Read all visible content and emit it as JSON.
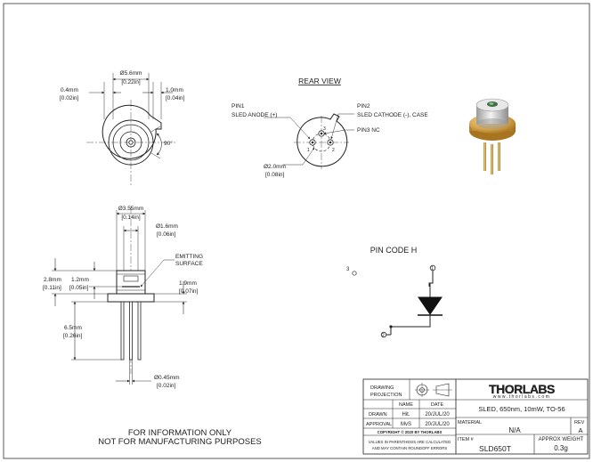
{
  "front_view": {
    "dim_body_dia": "Ø5.6mm",
    "dim_body_dia_in": "[0.22in]",
    "dim_left_flange": "0.4mm",
    "dim_left_flange_in": "[0.02in]",
    "dim_right_tab": "1.0mm",
    "dim_right_tab_in": "[0.04in]",
    "angle": "90°"
  },
  "rear_view": {
    "title": "REAR VIEW",
    "pin1_label": "PIN1",
    "pin1_desc": "SLED ANODE (+)",
    "pin2_label": "PIN2",
    "pin2_desc": "SLED CATHODE (-), CASE",
    "pin3_label": "PIN3 NC",
    "dim_pin_circle": "Ø2.0mm",
    "dim_pin_circle_in": "[0.08in]",
    "pin_num_1": "1",
    "pin_num_2": "2",
    "pin_num_3": "3"
  },
  "side_view": {
    "dim_window": "Ø3.55mm",
    "dim_window_in": "[0.14in]",
    "dim_cap": "Ø1.6mm",
    "dim_cap_in": "[0.06in]",
    "emitting_surface_1": "EMITTING",
    "emitting_surface_2": "SURFACE",
    "dim_height": "2.8mm",
    "dim_height_in": "[0.11in]",
    "dim_emit": "1.2mm",
    "dim_emit_in": "[0.05in]",
    "dim_flange": "1.9mm",
    "dim_flange_in": "[0.07in]",
    "dim_pin_len": "6.5mm",
    "dim_pin_len_in": "[0.26in]",
    "dim_pin_dia": "Ø0.45mm",
    "dim_pin_dia_in": "[0.02in]"
  },
  "pin_code": {
    "title": "PIN CODE H",
    "pin1": "1",
    "pin2": "2",
    "pin3": "3"
  },
  "disclaimer": {
    "line1": "FOR INFORMATION ONLY",
    "line2": "NOT FOR MANUFACTURING PURPOSES"
  },
  "title_block": {
    "drawing_projection_1": "DRAWING",
    "drawing_projection_2": "PROJECTION",
    "col_name": "NAME",
    "col_date": "DATE",
    "row_drawn": "DRAWN",
    "drawn_name": "Hit.",
    "drawn_date": "20/JUL/20",
    "row_approval": "APPROVAL",
    "approval_name": "MvS",
    "approval_date": "20/JUL/20",
    "copyright": "COPYRIGHT © 2020 BY THORLABS",
    "values_note_1": "VALUES IN PARENTHESIS ARE CALCULATED",
    "values_note_2": "AND MAY CONTAIN ROUNDOFF ERRORS",
    "logo": "THORLABS",
    "website": "www.thorlabs.com",
    "description": "SLED, 650nm, 10mW, TO-56",
    "material_label": "MATERIAL",
    "material_value": "N/A",
    "rev_label": "REV",
    "rev_value": "A",
    "item_label": "ITEM #",
    "item_value": "SLD650T",
    "weight_label": "APPROX WEIGHT",
    "weight_value": "0.3g"
  }
}
